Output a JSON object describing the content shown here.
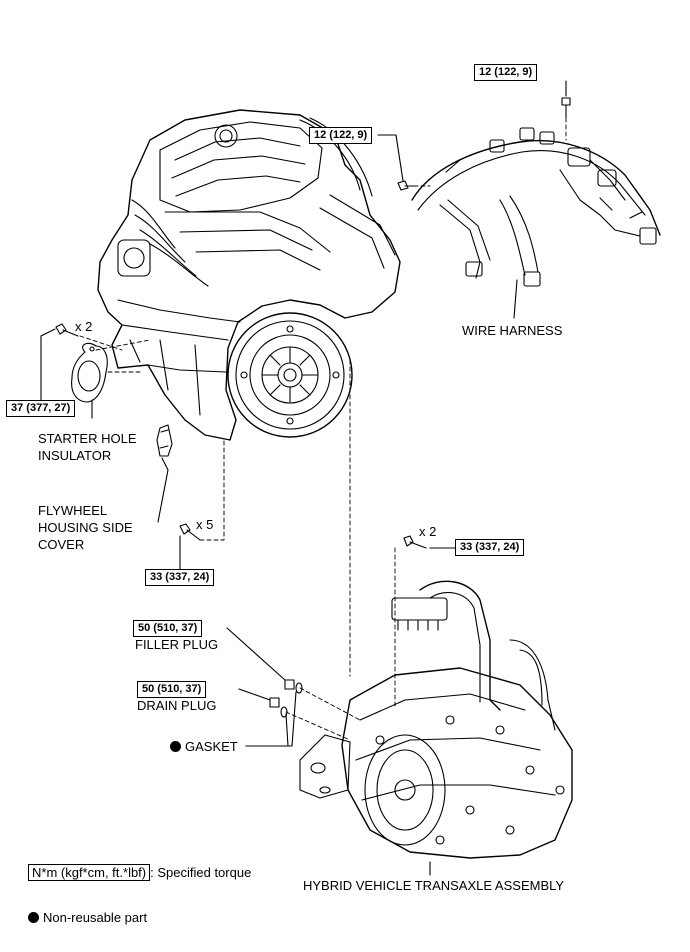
{
  "torque": {
    "harness_top": "12 (122, 9)",
    "harness_left": "12 (122, 9)",
    "starter_bolt": "37 (377, 27)",
    "flywheel_bolt": "33 (337, 24)",
    "transaxle_bolt": "33 (337, 24)",
    "filler_plug": "50 (510, 37)",
    "drain_plug": "50 (510, 37)"
  },
  "qty": {
    "starter": "x 2",
    "flywheel": "x 5",
    "transaxle": "x 2"
  },
  "parts": {
    "wire_harness": "WIRE HARNESS",
    "starter_insulator_l1": "STARTER HOLE",
    "starter_insulator_l2": "INSULATOR",
    "flywheel_cover_l1": "FLYWHEEL",
    "flywheel_cover_l2": "HOUSING SIDE",
    "flywheel_cover_l3": "COVER",
    "filler_plug": "FILLER PLUG",
    "drain_plug": "DRAIN PLUG",
    "gasket": "GASKET",
    "transaxle": "HYBRID VEHICLE TRANSAXLE ASSEMBLY"
  },
  "legend": {
    "torque_unit": "N*m (kgf*cm, ft.*lbf)",
    "torque_desc": ": Specified torque",
    "non_reusable": "Non-reusable part"
  },
  "colors": {
    "line": "#000000",
    "background": "#ffffff"
  }
}
